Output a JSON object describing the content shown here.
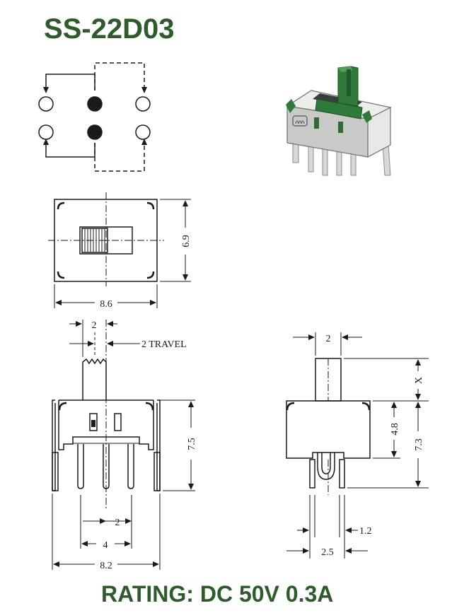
{
  "title": "SS-22D03",
  "rating": "RATING: DC 50V 0.3A",
  "colors": {
    "brand_green": "#2e5a2c",
    "line": "#1a1a1a",
    "actuator_green": "#2f7a3a",
    "housing_gray": "#c9ccc8"
  },
  "icons": {
    "circuit": "switch-schematic-icon",
    "photo": "slide-switch-3d-icon"
  },
  "dims": {
    "top_width": "8.6",
    "top_height": "6.9",
    "lever_width": "2",
    "travel": "2 TRAVEL",
    "front_height": "7.5",
    "pin_pitch": "2",
    "pin_span": "4",
    "front_width": "8.2",
    "side_lever_width": "2",
    "side_x": "X",
    "side_body_height": "4.8",
    "side_total_height": "7.3",
    "pin_thickness": "1.2",
    "pin_spacing": "2.5"
  }
}
